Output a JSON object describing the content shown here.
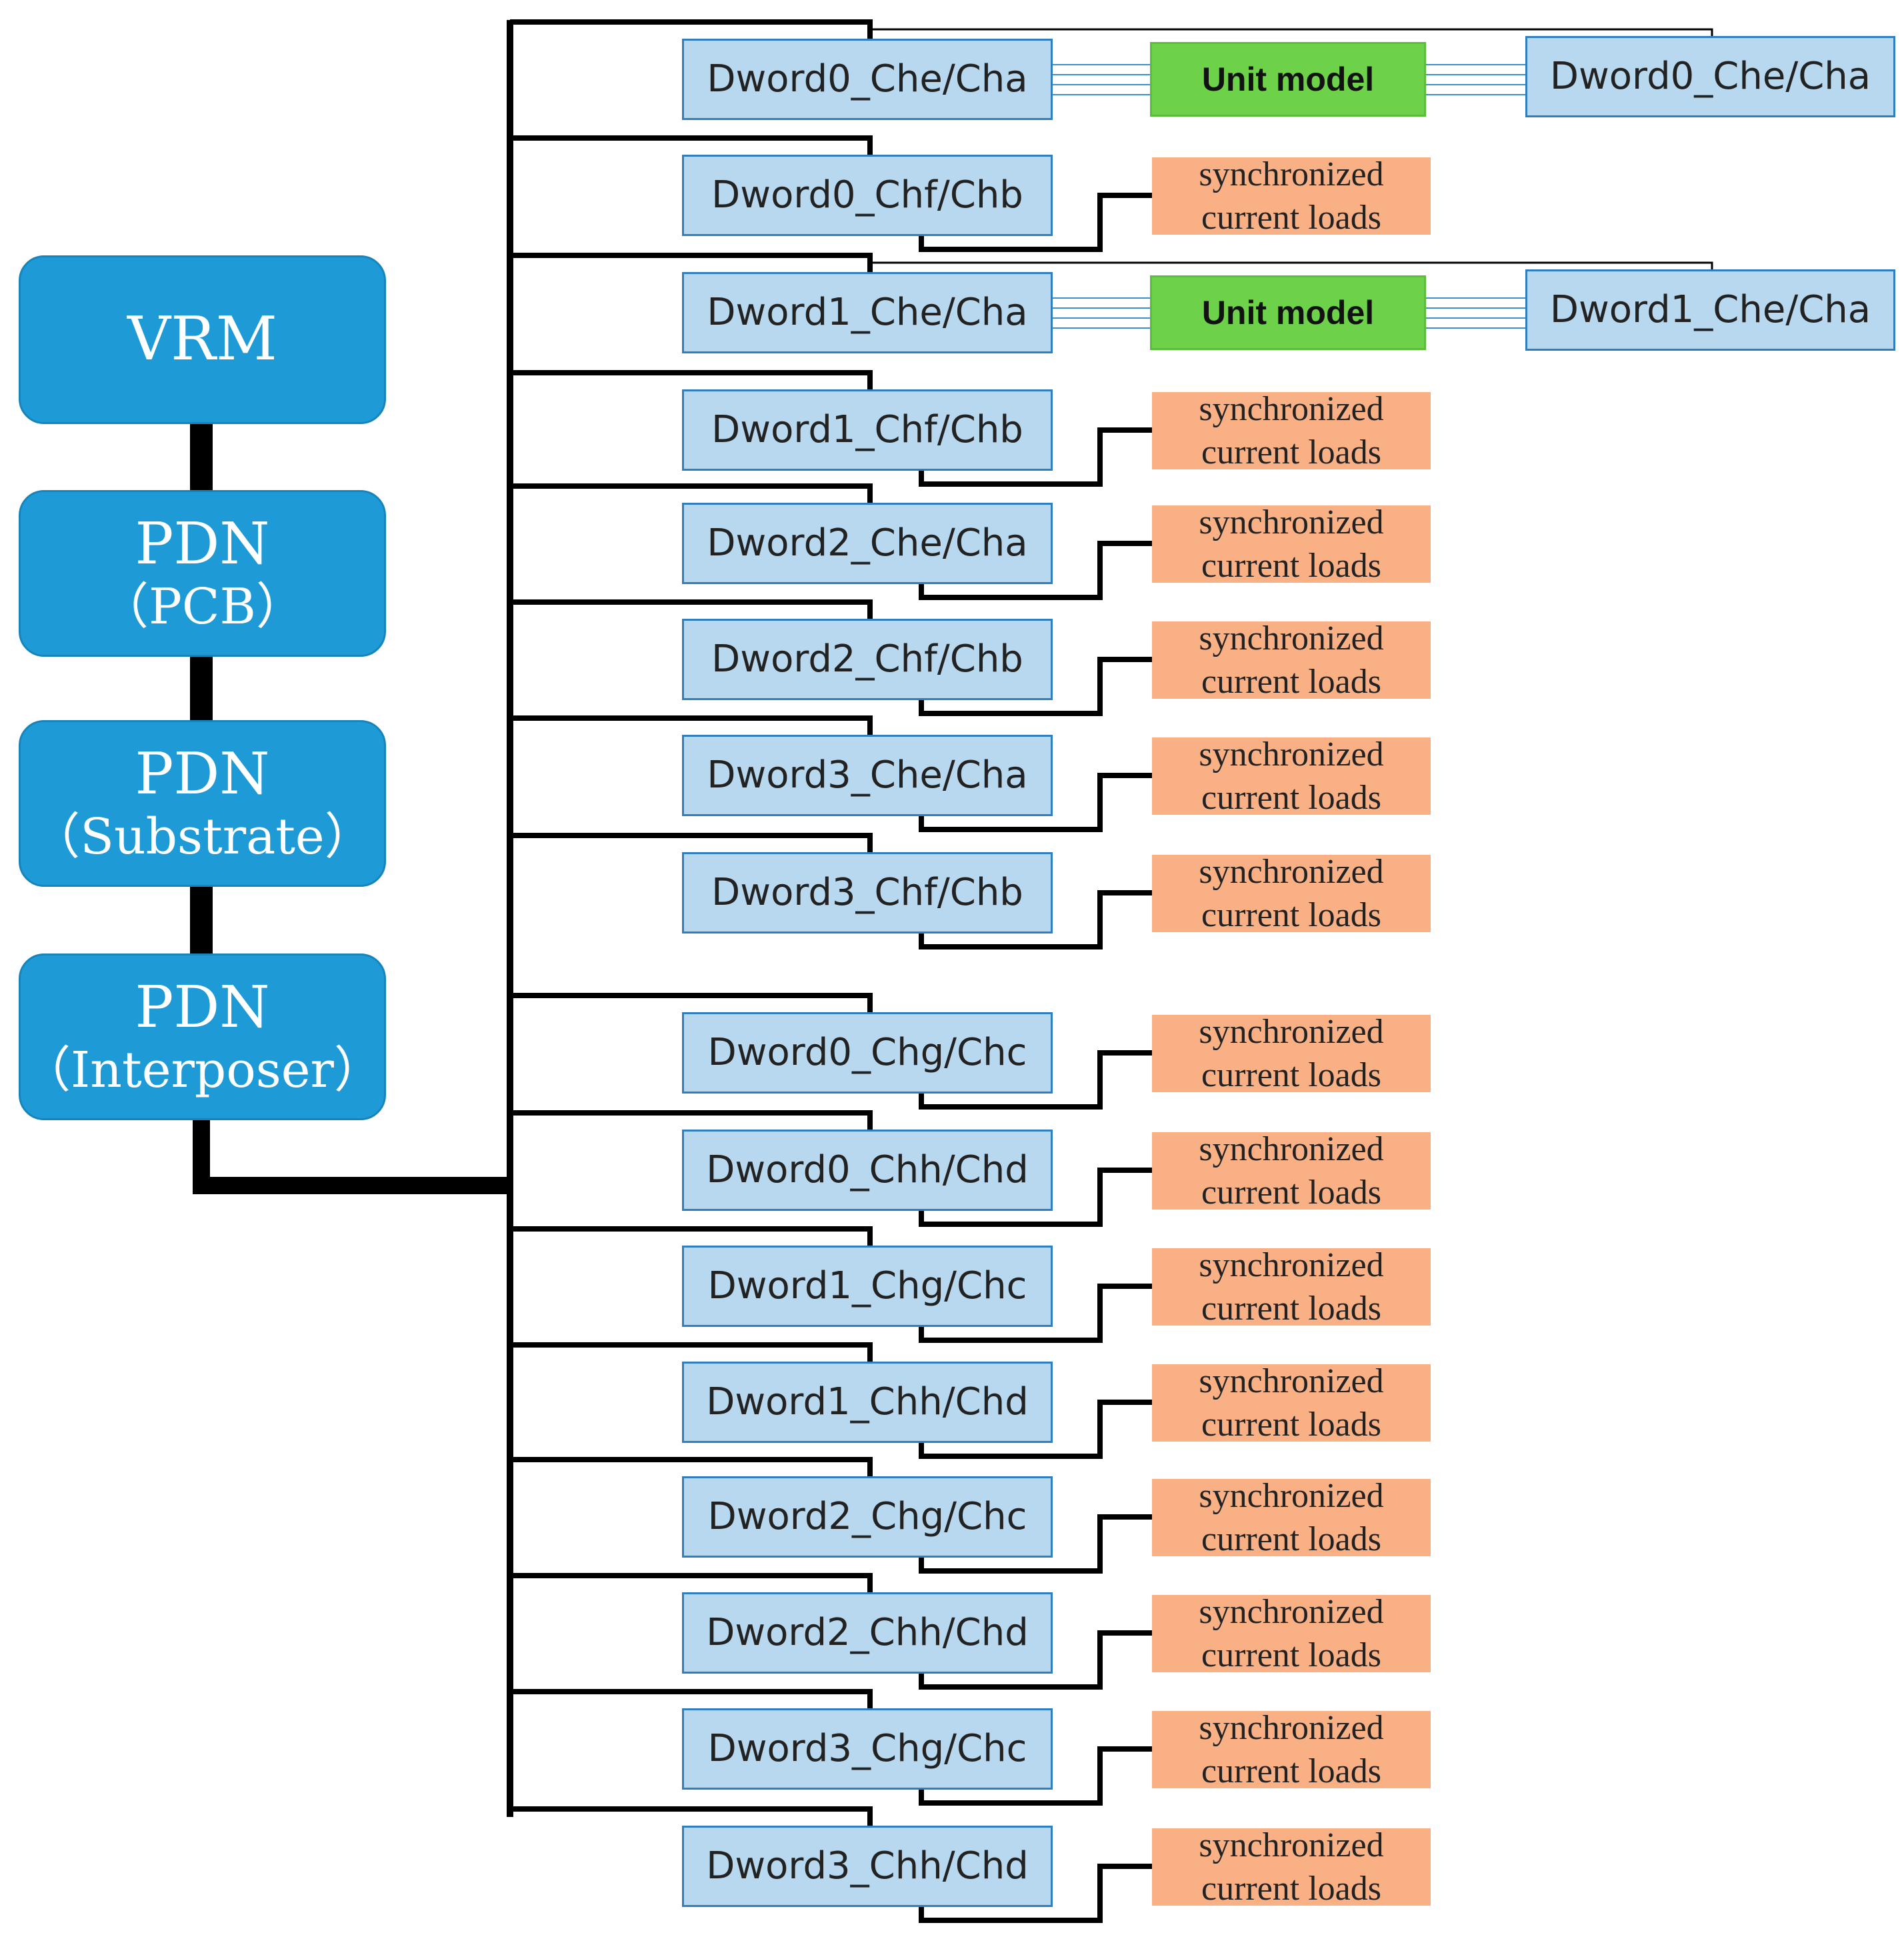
{
  "stack": {
    "vrm": "VRM",
    "pcb": {
      "line1": "PDN",
      "line2": "（PCB）"
    },
    "substrate": {
      "line1": "PDN",
      "line2": "（Substrate）"
    },
    "interposer": {
      "line1": "PDN",
      "line2": "（Interposer）"
    }
  },
  "channels": [
    {
      "label": "Dword0_Che/Cha",
      "load": "unit",
      "unit_label": "Unit model",
      "peer_label": "Dword0_Che/Cha"
    },
    {
      "label": "Dword0_Chf/Chb",
      "load": "sync"
    },
    {
      "label": "Dword1_Che/Cha",
      "load": "unit",
      "unit_label": "Unit model",
      "peer_label": "Dword1_Che/Cha"
    },
    {
      "label": "Dword1_Chf/Chb",
      "load": "sync"
    },
    {
      "label": "Dword2_Che/Cha",
      "load": "sync"
    },
    {
      "label": "Dword2_Chf/Chb",
      "load": "sync"
    },
    {
      "label": "Dword3_Che/Cha",
      "load": "sync"
    },
    {
      "label": "Dword3_Chf/Chb",
      "load": "sync"
    },
    {
      "label": "Dword0_Chg/Chc",
      "load": "sync"
    },
    {
      "label": "Dword0_Chh/Chd",
      "load": "sync"
    },
    {
      "label": "Dword1_Chg/Chc",
      "load": "sync"
    },
    {
      "label": "Dword1_Chh/Chd",
      "load": "sync"
    },
    {
      "label": "Dword2_Chg/Chc",
      "load": "sync"
    },
    {
      "label": "Dword2_Chh/Chd",
      "load": "sync"
    },
    {
      "label": "Dword3_Chg/Chc",
      "load": "sync"
    },
    {
      "label": "Dword3_Chh/Chd",
      "load": "sync"
    }
  ],
  "sync_load": {
    "line1": "synchronized",
    "line2": "current loads"
  },
  "colors": {
    "pdn_block": "#1e9bd7",
    "channel_box": "#b7d8ef",
    "channel_border": "#2f7fc0",
    "unit_model": "#6dd14a",
    "sync_load": "#f9b084",
    "wire": "#000000",
    "signal_wire": "#3a8fd0"
  }
}
